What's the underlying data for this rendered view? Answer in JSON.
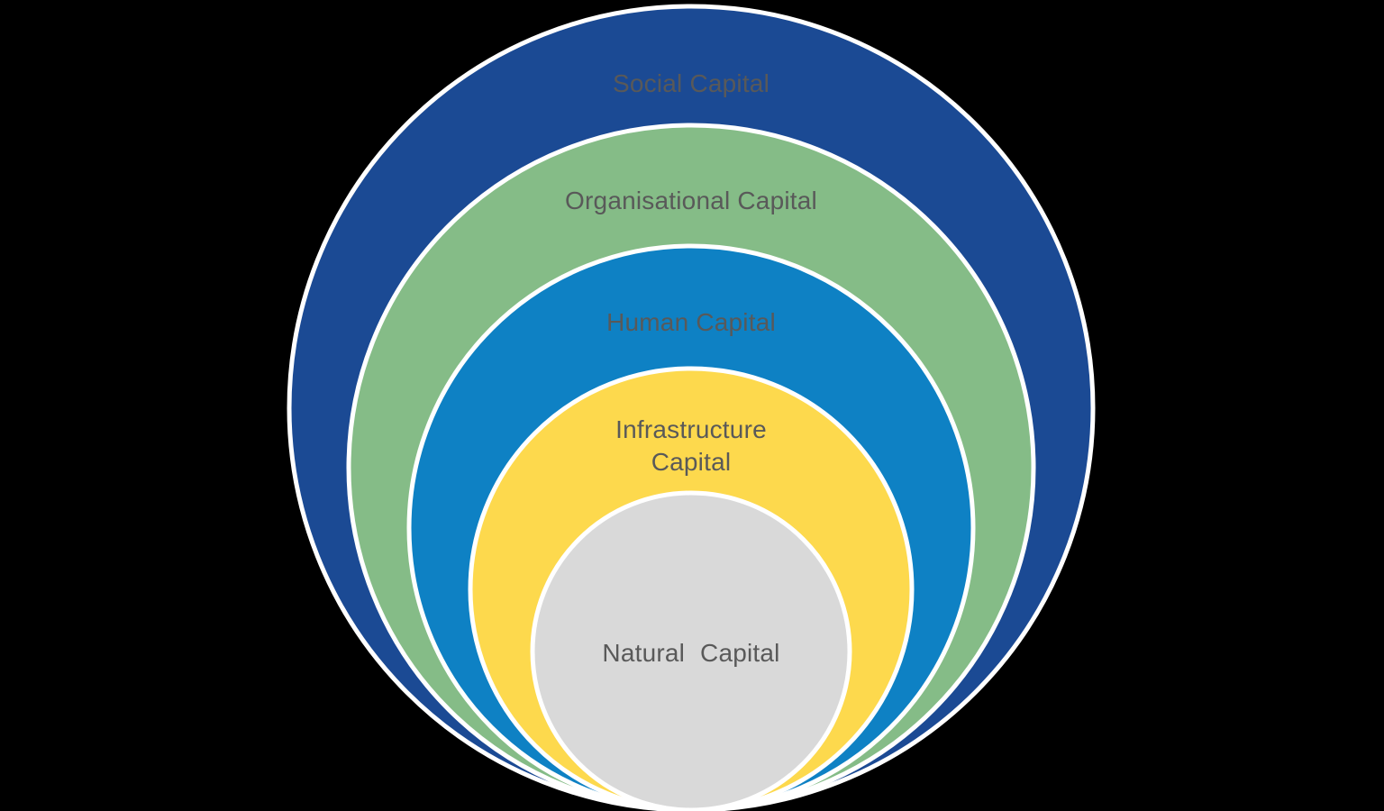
{
  "diagram": {
    "type": "nested-circles",
    "description": "Five nested circles sharing a common bottom tangent point, each representing a capital type",
    "background_color": "#000000",
    "outline_color": "#ffffff",
    "label_color": "#595959",
    "rings": [
      {
        "label": "Social Capital",
        "color": "#1b4a94"
      },
      {
        "label": "Organisational Capital",
        "color": "#85bc87"
      },
      {
        "label": "Human Capital",
        "color": "#0e81c4"
      },
      {
        "label": "Infrastructure Capital",
        "color": "#fdd94d"
      },
      {
        "label": "Natural Capital",
        "color": "#d9d9d9"
      }
    ]
  }
}
